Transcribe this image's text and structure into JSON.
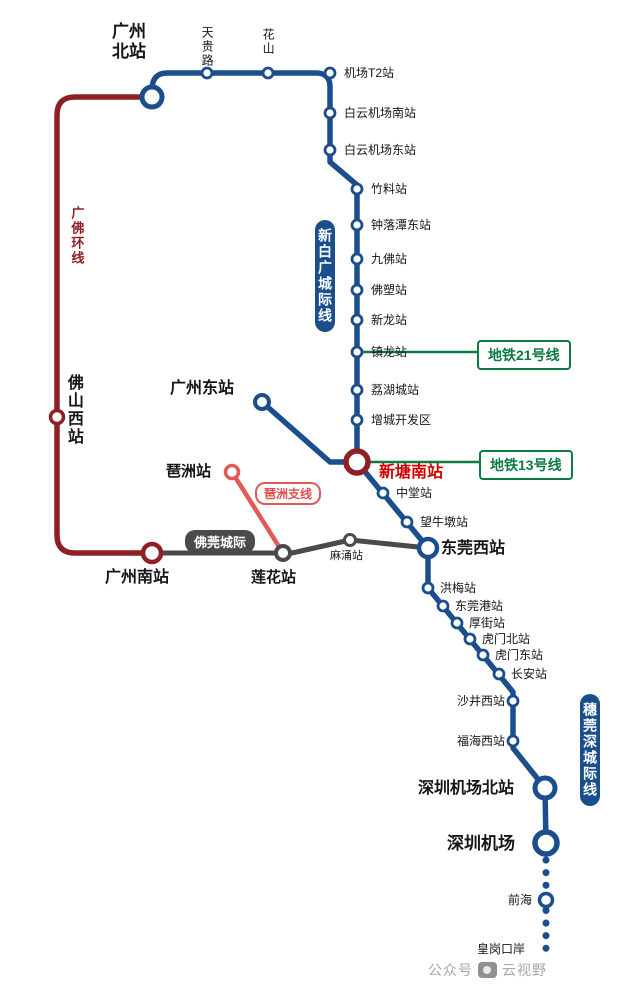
{
  "stations": {
    "guangzhou_north": "广州北站",
    "tianguilu": "天贵路",
    "huashan": "花山",
    "airport_t2": "机场T2站",
    "baiyun_airport_south": "白云机场南站",
    "baiyun_airport_east": "白云机场东站",
    "zhuliao": "竹料站",
    "zhongluotan_east": "钟落潭东站",
    "jiufo": "九佛站",
    "fosu": "佛塑站",
    "xinlong": "新龙站",
    "zhenlong": "镇龙站",
    "lihucheng": "荔湖城站",
    "zengcheng_kaifaqu": "增城开发区",
    "xintang_south": "新塘南站",
    "guangzhou_east": "广州东站",
    "pazhou": "琶洲站",
    "foshan_west": "佛山西站",
    "guangzhou_south": "广州南站",
    "lianhua": "莲花站",
    "macong": "麻涌站",
    "dongguan_west": "东莞西站",
    "zhongtang": "中堂站",
    "wangniudun": "望牛墩站",
    "hongmei": "洪梅站",
    "dongguan_port": "东莞港站",
    "houjie": "厚街站",
    "humen_north": "虎门北站",
    "humen_east": "虎门东站",
    "changan": "长安站",
    "shajing_west": "沙井西站",
    "fuhai_west": "福海西站",
    "shenzhen_airport_north": "深圳机场北站",
    "shenzhen_airport": "深圳机场",
    "qianhai": "前海",
    "huanggang_port": "皇岗口岸"
  },
  "lines": {
    "xinbaiguang": {
      "label": "新白广城际线",
      "color": "#1b4e8c"
    },
    "suiguanshen": {
      "label": "穗莞深城际线",
      "color": "#1b4e8c"
    },
    "guangfo_ring": {
      "label": "广佛环线",
      "color": "#8e1f24"
    },
    "foguan": {
      "label": "佛莞城际",
      "color": "#4a4a4a"
    },
    "pazhou_branch": {
      "label": "琶洲支线",
      "color": "#e05a5a"
    }
  },
  "metro_connections": {
    "line21": "地铁21号线",
    "line13": "地铁13号线"
  },
  "watermark": {
    "prefix": "公众号",
    "suffix": "云视野"
  },
  "colors": {
    "intercity_blue": "#1b4e8c",
    "ring_red": "#8e1f24",
    "branch_red": "#e05a5a",
    "foguan_gray": "#4a4a4a",
    "metro_green": "#0e7a43",
    "highlight_red": "#d40000"
  }
}
